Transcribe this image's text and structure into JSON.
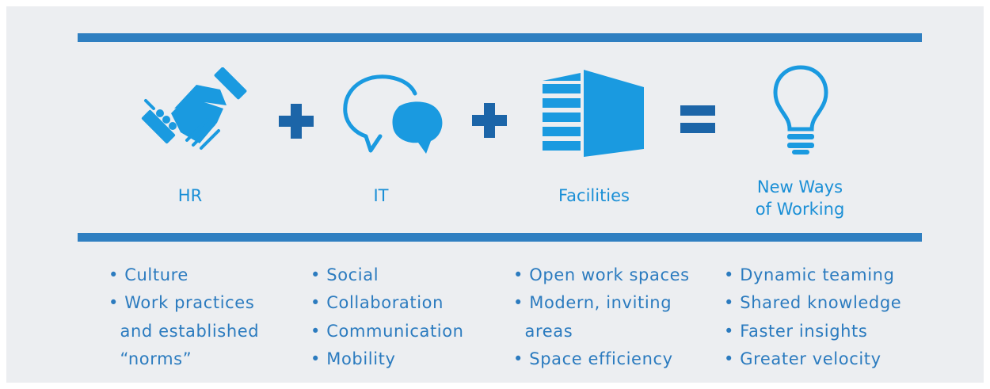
{
  "columns": [
    {
      "title": "HR",
      "icon": "handshake-icon",
      "bullet_lines": [
        "• Culture",
        "• Work practices",
        "  and established",
        "  “norms”"
      ]
    },
    {
      "title": "IT",
      "icon": "speech-bubbles-icon",
      "bullet_lines": [
        "• Social",
        "• Collaboration",
        "• Communication",
        "• Mobility"
      ]
    },
    {
      "title": "Facilities",
      "icon": "building-icon",
      "bullet_lines": [
        "• Open work spaces",
        "• Modern, inviting",
        "  areas",
        "• Space efficiency"
      ]
    },
    {
      "title_line1": "New Ways",
      "title_line2": "of Working",
      "icon": "lightbulb-icon",
      "bullet_lines": [
        "• Dynamic teaming",
        "• Shared knowledge",
        "• Faster insights",
        "• Greater velocity"
      ]
    }
  ],
  "operators": [
    "plus",
    "plus",
    "equals"
  ],
  "colors": {
    "panel_bg": "#eceef1",
    "bar": "#2f7fc1",
    "icon_blue": "#1a9ae0",
    "operator_blue": "#1c65a8",
    "label_blue": "#1a8fd6",
    "text_blue": "#2b7bbf"
  }
}
